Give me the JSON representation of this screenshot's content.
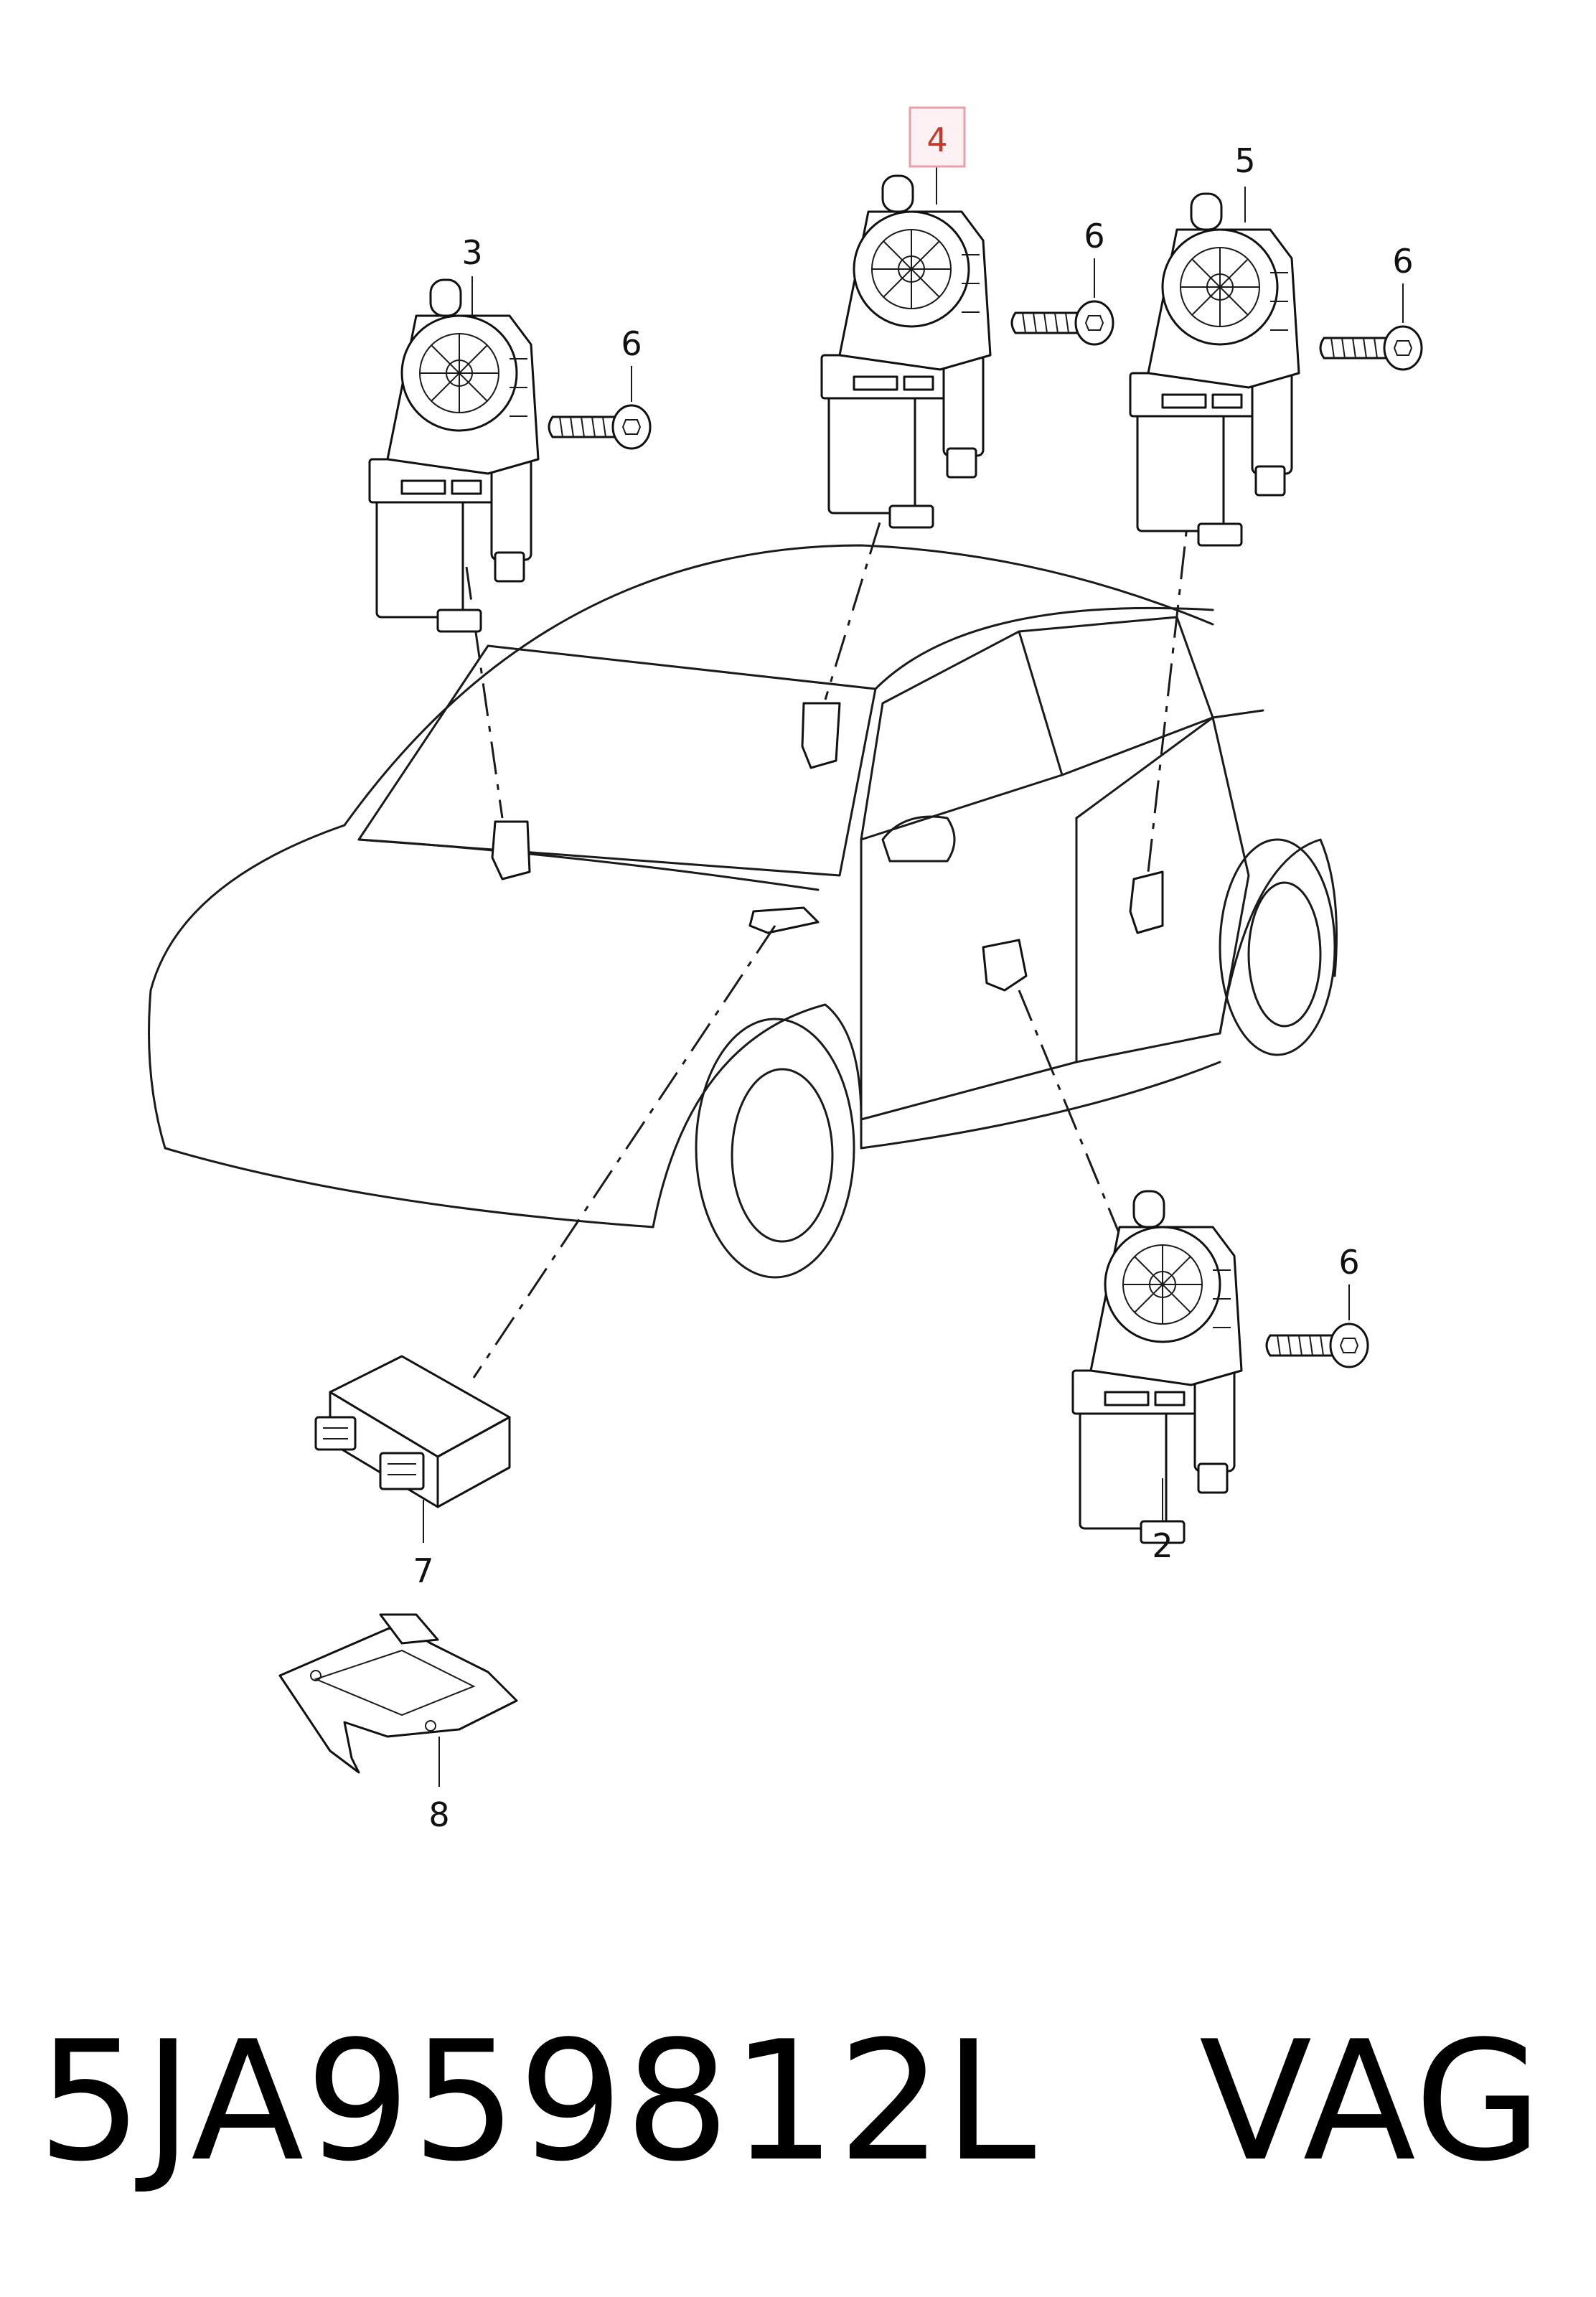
{
  "callouts": {
    "c2": "2",
    "c3": "3",
    "c4": "4",
    "c5": "5",
    "c6a": "6",
    "c6b": "6",
    "c6c": "6",
    "c6d": "6",
    "c7": "7",
    "c8": "8"
  },
  "highlighted_callout": "4",
  "footer": {
    "part_number": "5JA959812L",
    "brand": "VAG",
    "text": "5JA959812L   VAG"
  },
  "colors": {
    "line": "#1a1a1a",
    "highlight_box": "#e8a0a8",
    "highlight_fill": "#fdf1f3"
  },
  "icons": {
    "motor": "window-regulator-motor-icon",
    "screw": "torx-screw-icon",
    "control_unit": "control-unit-icon",
    "bracket": "mounting-bracket-icon"
  }
}
